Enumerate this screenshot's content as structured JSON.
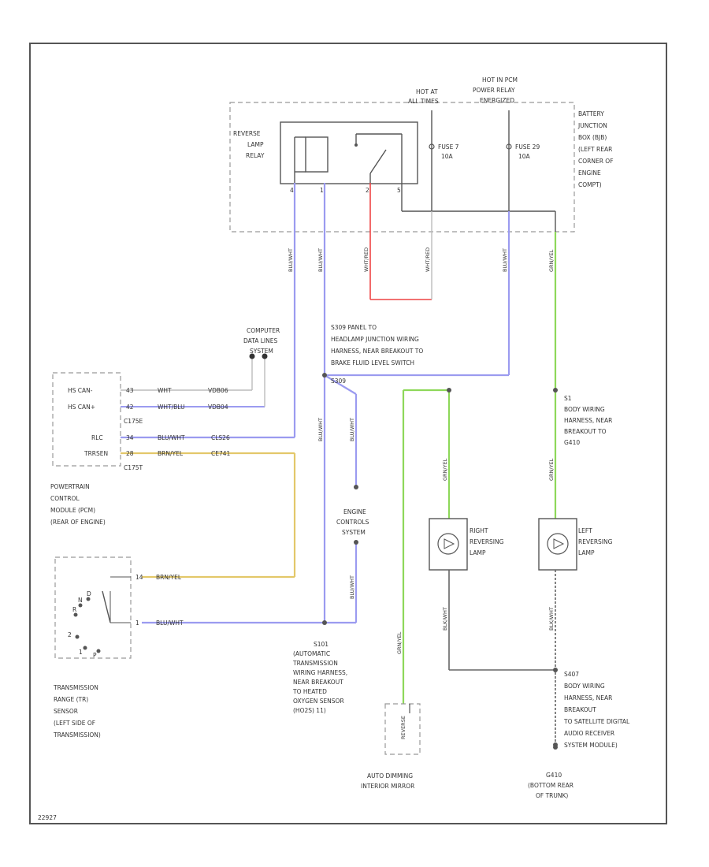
{
  "diagram": {
    "ref_code": "22927",
    "power": {
      "hot_at_all_times": [
        "HOT AT",
        "ALL TIMES"
      ],
      "hot_in_pcm": [
        "HOT IN PCM",
        "POWER RELAY",
        "ENERGIZED"
      ]
    },
    "fuses": {
      "fuse7": [
        "FUSE 7",
        "10A"
      ],
      "fuse29": [
        "FUSE 29",
        "10A"
      ]
    },
    "relay_label": [
      "REVERSE",
      "LAMP",
      "RELAY"
    ],
    "relay_pins": [
      "4",
      "1",
      "2",
      "5"
    ],
    "battery_jb": [
      "BATTERY",
      "JUNCTION",
      "BOX (BJB)",
      "(LEFT REAR",
      "CORNER OF",
      "ENGINE",
      "COMPT)"
    ],
    "wire_labels": {
      "w1": "BLU/WHT",
      "w2": "BLU/WHT",
      "w3": "WHT/RED",
      "w4": "WHT/RED",
      "w5": "BLU/WHT",
      "w6": "GRN/YEL",
      "w7": "BLU/WHT",
      "w8": "BLU/WHT",
      "w9": "GRN/YEL",
      "w10": "GRN/YEL",
      "w11": "GRN/YEL",
      "w12": "BLK/WHT",
      "w13": "BLK/WHT",
      "w14": "BLU/WHT"
    },
    "computer_data_lines": [
      "COMPUTER",
      "DATA LINES",
      "SYSTEM"
    ],
    "splice_s309": [
      "S309 PANEL TO",
      "HEADLAMP JUNCTION WIRING",
      "HARNESS, NEAR BREAKOUT TO",
      "BRAKE FLUID LEVEL SWITCH"
    ],
    "s309_tag": "S309",
    "pcm_rows": [
      {
        "label": "HS CAN-",
        "pin": "43",
        "color": "WHT",
        "circuit": "VDB06"
      },
      {
        "label": "HS CAN+",
        "pin": "42",
        "color": "WHT/BLU",
        "circuit": "VDB04"
      },
      {
        "label": "",
        "pin": "",
        "color": "",
        "circuit": "C175E"
      },
      {
        "label": "RLC",
        "pin": "34",
        "color": "BLU/WHT",
        "circuit": "CLS26"
      },
      {
        "label": "TRRSEN",
        "pin": "28",
        "color": "BRN/YEL",
        "circuit": "CE741"
      },
      {
        "label": "",
        "pin": "",
        "color": "",
        "circuit": "C175T"
      }
    ],
    "pcm_caption": [
      "POWERTRAIN",
      "CONTROL",
      "MODULE (PCM)",
      "(REAR OF ENGINE)"
    ],
    "trs_wires": [
      {
        "pin": "14",
        "color": "BRN/YEL"
      },
      {
        "pin": "1",
        "color": "BLU/WHT"
      }
    ],
    "trs_positions": [
      "R",
      "N",
      "D",
      "2",
      "1",
      "P"
    ],
    "trs_caption": [
      "TRANSMISSION",
      "RANGE (TR)",
      "SENSOR",
      "(LEFT SIDE OF",
      "TRANSMISSION)"
    ],
    "s1": [
      "S1",
      "BODY WIRING",
      "HARNESS, NEAR",
      "BREAKOUT TO",
      "G410"
    ],
    "s101": [
      "S101",
      "(AUTOMATIC",
      "TRANSMISSION",
      "WIRING HARNESS,",
      "NEAR BREAKOUT",
      "TO HEATED",
      "OXYGEN SENSOR",
      "(HO2S) 11)"
    ],
    "engine_controls": [
      "ENGINE",
      "CONTROLS",
      "SYSTEM"
    ],
    "right_lamp": [
      "RIGHT",
      "REVERSING",
      "LAMP"
    ],
    "left_lamp": [
      "LEFT",
      "REVERSING",
      "LAMP"
    ],
    "s407": [
      "S407",
      "BODY WIRING",
      "HARNESS, NEAR",
      "BREAKOUT",
      "TO SATELLITE DIGITAL",
      "AUDIO RECEIVER",
      "SYSTEM MODULE)"
    ],
    "mirror_reverse": "REVERSE",
    "mirror_caption": [
      "AUTO DIMMING",
      "INTERIOR MIRROR"
    ],
    "g410": [
      "G410",
      "(BOTTOM REAR",
      "OF TRUNK)"
    ]
  },
  "colors": {
    "blue": "#9b9bf0",
    "red": "#ee4444",
    "green": "#8ed85a",
    "yellow": "#e3c86a",
    "gray": "#666666"
  }
}
